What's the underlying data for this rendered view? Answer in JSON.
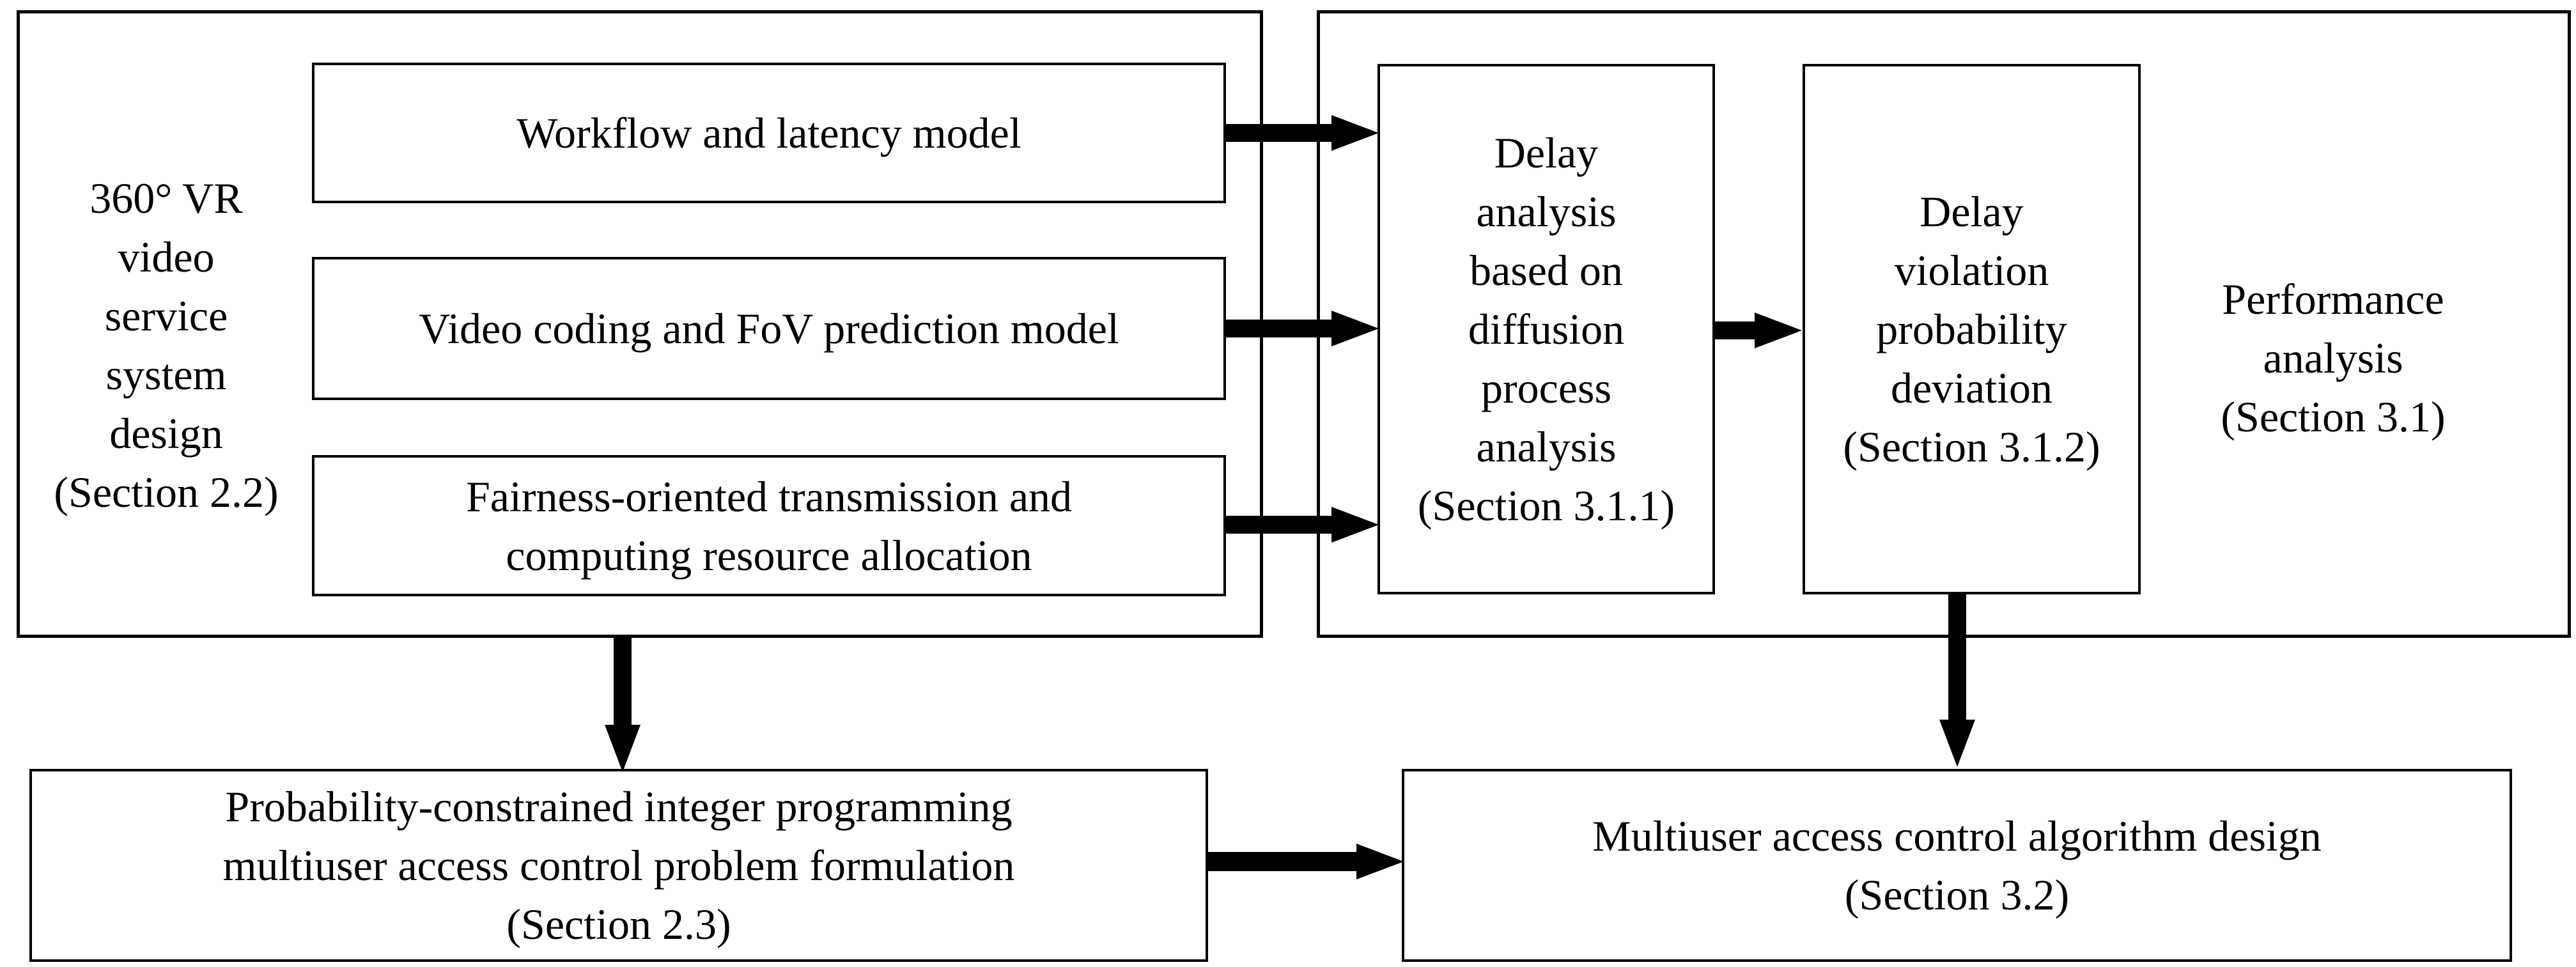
{
  "figure": {
    "background": "#ffffff",
    "ink": "#000000",
    "type": "flowchart"
  },
  "left_panel": {
    "label": "360° VR\nvideo\nservice\nsystem\ndesign\n(Section 2.2)",
    "boxes": [
      {
        "label": "Workflow and latency model"
      },
      {
        "label": "Video coding and FoV prediction model"
      },
      {
        "label": "Fairness-oriented transmission and\ncomputing resource allocation"
      }
    ]
  },
  "right_panel": {
    "label": "Performance\nanalysis\n(Section 3.1)",
    "boxes": [
      {
        "label": "Delay\nanalysis\nbased on\ndiffusion\nprocess\nanalysis\n(Section 3.1.1)"
      },
      {
        "label": "Delay\nviolation\nprobability\ndeviation\n(Section 3.1.2)"
      }
    ]
  },
  "bottom": {
    "boxes": [
      {
        "label": "Probability-constrained integer programming\nmultiuser access control problem formulation\n(Section 2.3)"
      },
      {
        "label": "Multiuser access control algorithm design\n(Section 3.2)"
      }
    ]
  },
  "arrows": [
    {
      "name": "workflow-to-delay-analysis-arrow",
      "direction": "right"
    },
    {
      "name": "video-coding-to-delay-analysis-arrow",
      "direction": "right"
    },
    {
      "name": "fairness-to-delay-analysis-arrow",
      "direction": "right"
    },
    {
      "name": "delay-analysis-to-delay-violation-arrow",
      "direction": "right"
    },
    {
      "name": "system-design-to-problem-formulation-arrow",
      "direction": "down"
    },
    {
      "name": "delay-violation-to-algorithm-design-arrow",
      "direction": "down"
    },
    {
      "name": "problem-formulation-to-algorithm-design-arrow",
      "direction": "right"
    }
  ]
}
